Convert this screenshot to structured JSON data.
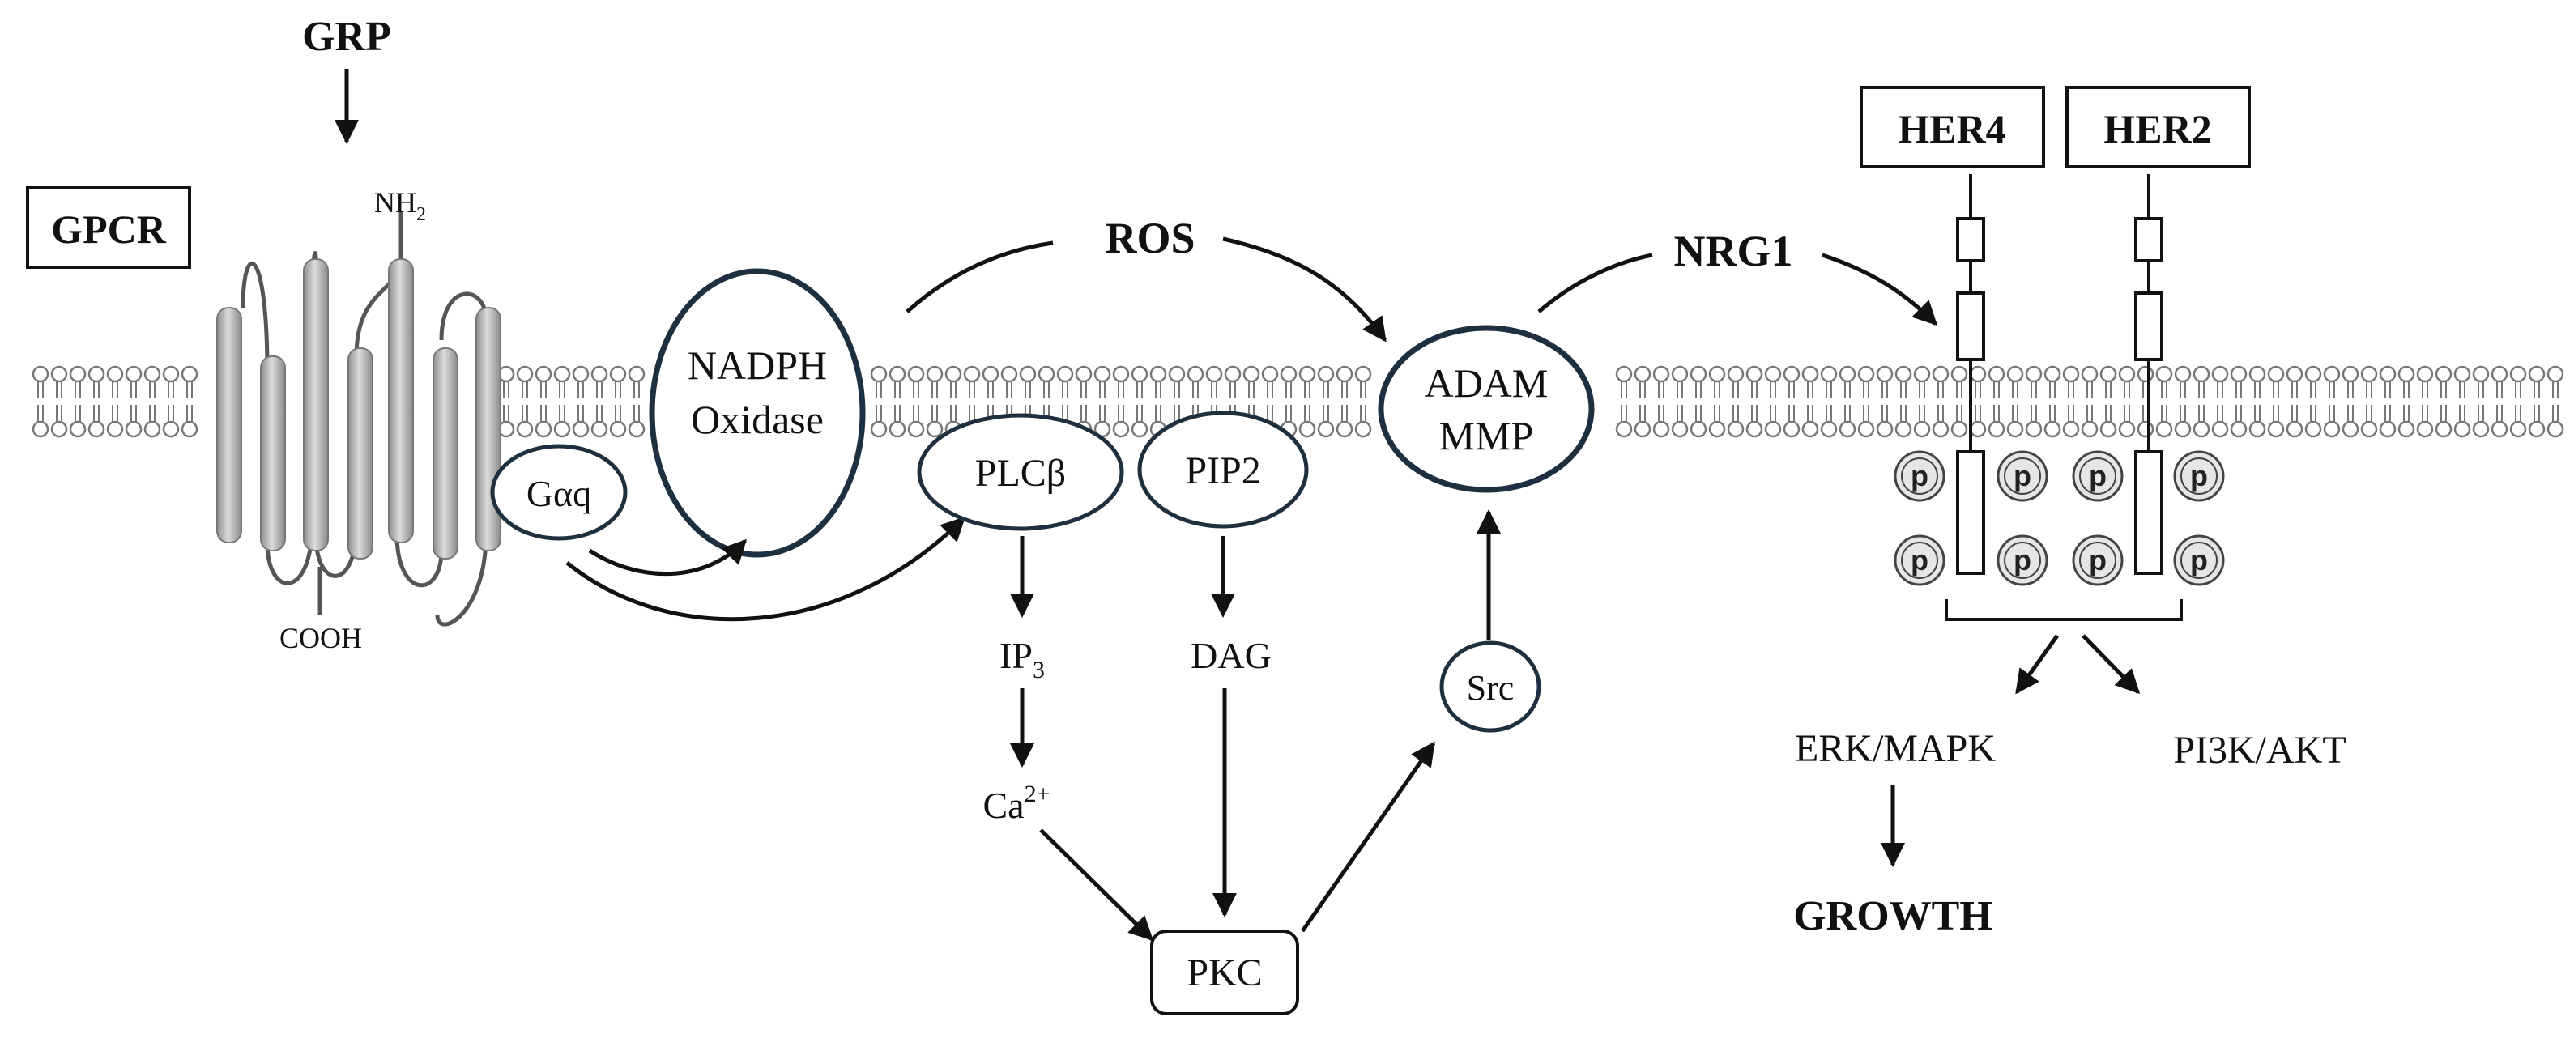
{
  "labels": {
    "grp": "GRP",
    "gpcr": "GPCR",
    "nh2": "NH",
    "nh2_sub": "2",
    "cooh": "COOH",
    "g_alpha_q": "Gαq",
    "nadph_line1": "NADPH",
    "nadph_line2": "Oxidase",
    "ros": "ROS",
    "plc_beta": "PLCβ",
    "pip2": "PIP2",
    "ip3": "IP",
    "ip3_sub": "3",
    "dag": "DAG",
    "ca": "Ca",
    "ca_sup": "2+",
    "pkc": "PKC",
    "src": "Src",
    "adam_line1": "ADAM",
    "adam_line2": "MMP",
    "nrg1": "NRG1",
    "her4": "HER4",
    "her2": "HER2",
    "phospho": "p",
    "erk_mapk": "ERK/MAPK",
    "pi3k_akt": "PI3K/AKT",
    "growth": "GROWTH"
  },
  "colors": {
    "ink": "#111111",
    "node_outline": "#1e2f3f",
    "membrane": "#777777",
    "receptor_gray": "#a9a9a9"
  }
}
